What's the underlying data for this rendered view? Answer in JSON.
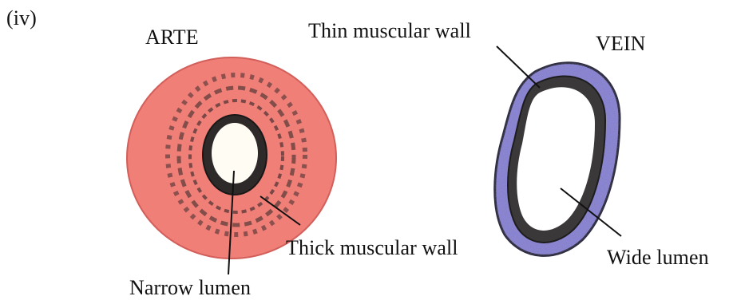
{
  "figure": {
    "part_label": "(iv)"
  },
  "artery": {
    "title": "ARTE",
    "wall_label": "Thick muscular wall",
    "lumen_label": "Narrow lumen",
    "wall_color": "#f07f78",
    "muscle_color": "#2e2a2a",
    "lumen_color": "#fffdf3"
  },
  "vein": {
    "title": "VEIN",
    "wall_label": "Thin muscular wall",
    "lumen_label": "Wide lumen",
    "wall_color": "#8c86d8",
    "muscle_color": "#3a3838",
    "lumen_color": "#ffffff"
  }
}
